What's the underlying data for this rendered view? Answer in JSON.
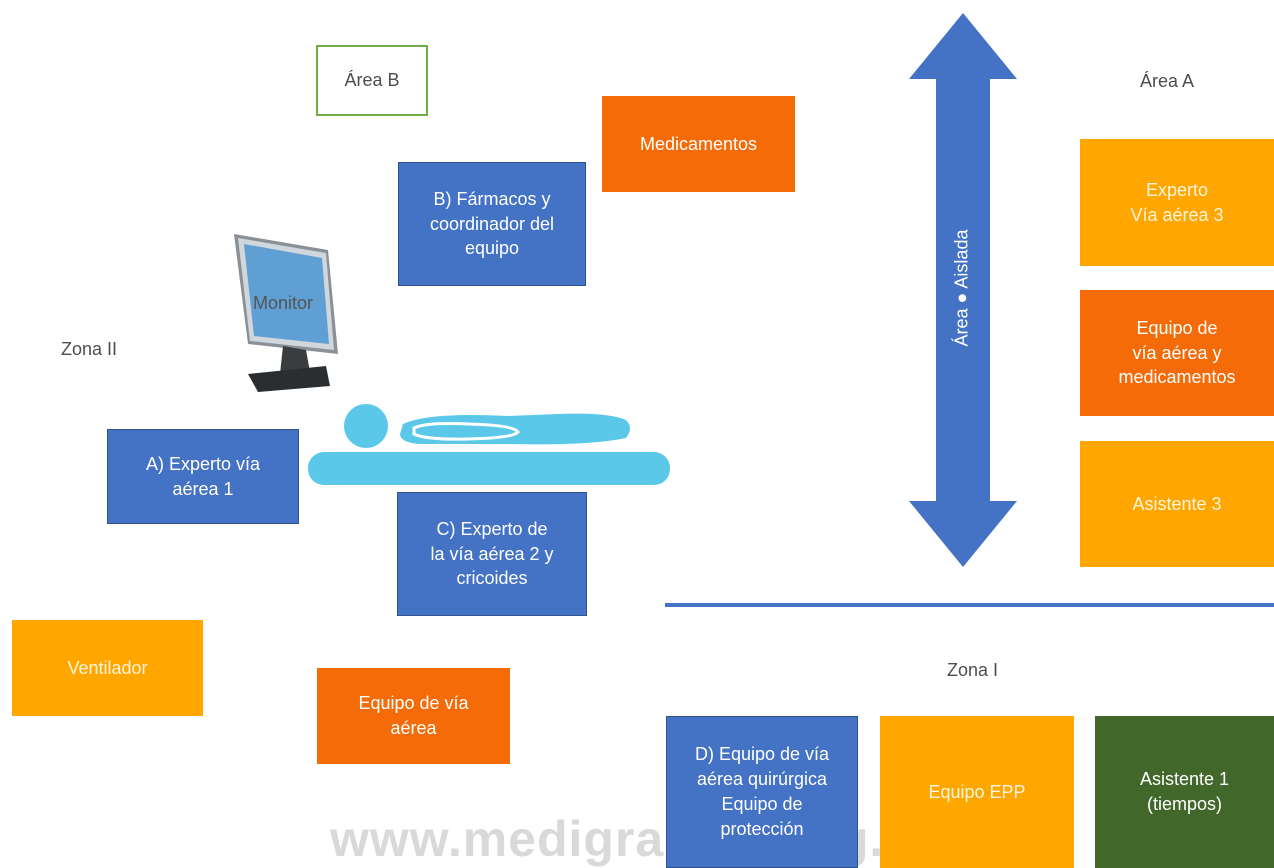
{
  "labels": {
    "area_b": "Área B",
    "area_a": "Área A",
    "zona_ii": "Zona II",
    "zona_i": "Zona I",
    "monitor": "Monitor",
    "arrow": "Área ● Aislada"
  },
  "boxes": {
    "medicamentos": "Medicamentos",
    "farmacos": "B) Fármacos y\ncoordinador del\nequipo",
    "experto_1": "A) Experto vía\naérea 1",
    "experto_2": "C) Experto de\nla vía aérea 2 y\ncricoides",
    "ventilador": "Ventilador",
    "equipo_via_aerea": "Equipo de vía\naérea",
    "experto_3": "Experto\nVía aérea 3",
    "equipo_medicamentos": "Equipo de\nvía aérea y\nmedicamentos",
    "asistente_3": "Asistente 3",
    "quirurgica": "D) Equipo de vía\naérea quirúrgica\nEquipo de\nprotección",
    "epp": "Equipo EPP",
    "asistente_1": "Asistente 1\n(tiempos)"
  },
  "watermark": "www.medigraphic.org.mx",
  "colors": {
    "blue": "#4472c4",
    "orange": "#f46b08",
    "amber": "#ffa600",
    "dark_green": "#42672a",
    "outline_green": "#70ad47",
    "patient": "#5bc8ea"
  },
  "icons": [
    "monitor-icon",
    "patient-icon",
    "double-arrow-icon"
  ]
}
